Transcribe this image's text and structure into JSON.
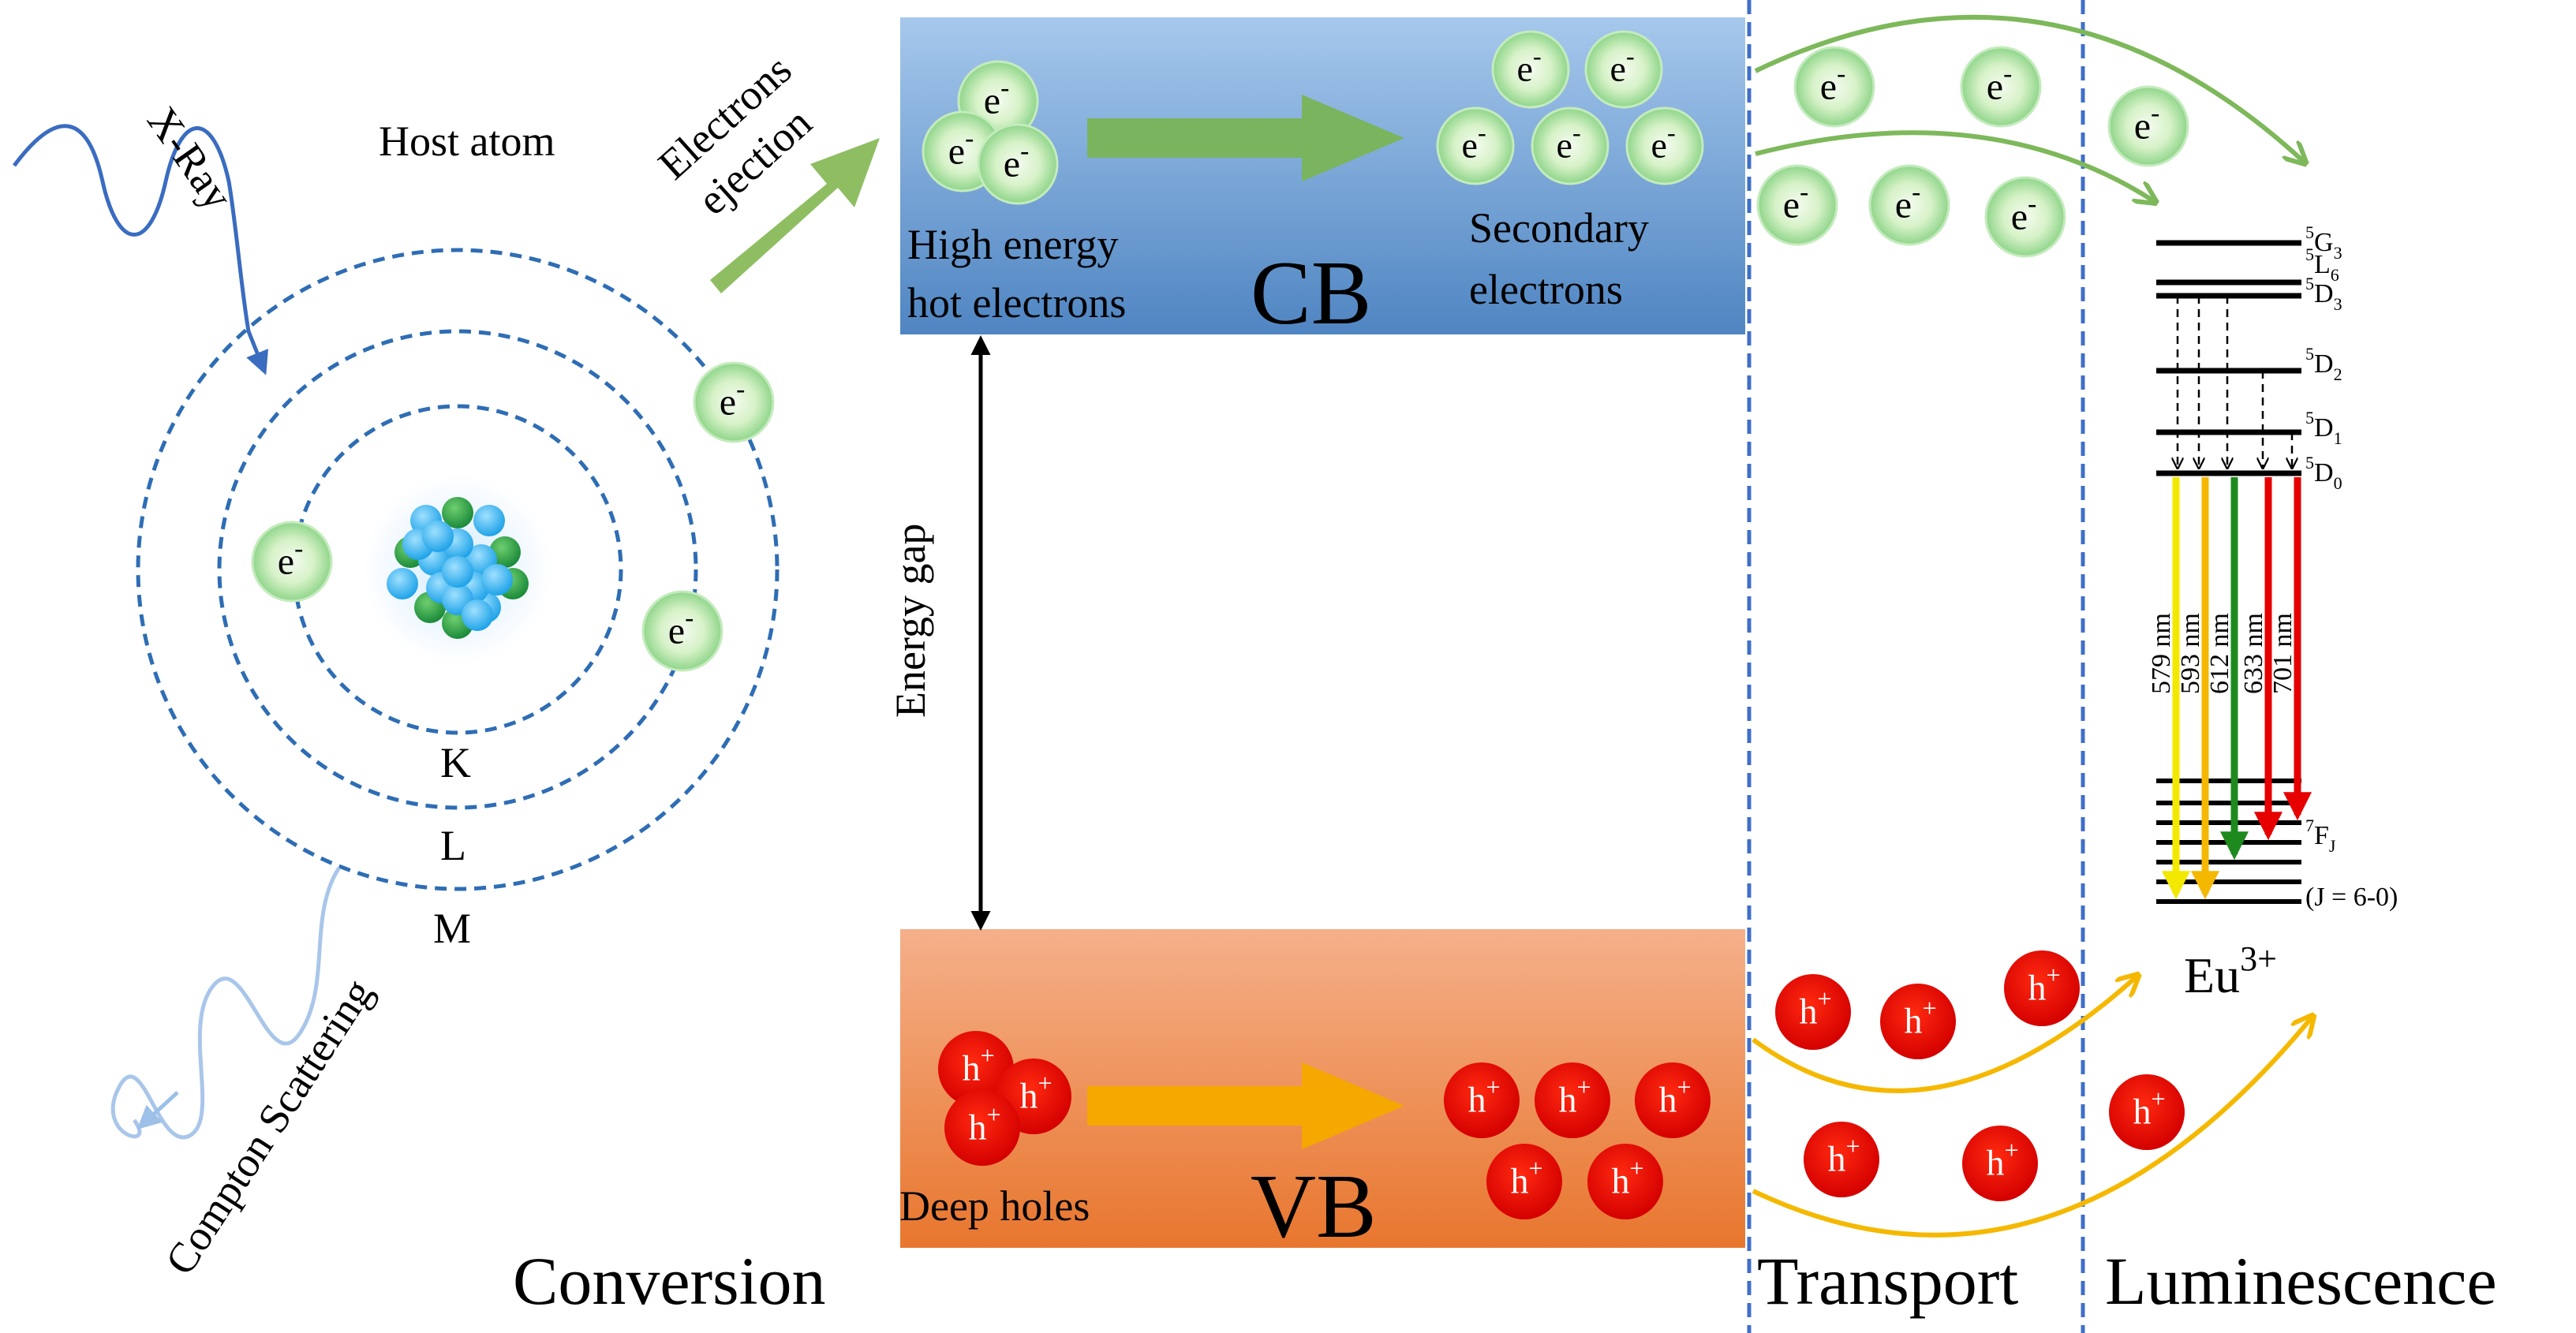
{
  "labels": {
    "xray": "X-Ray",
    "host_atom": "Host atom",
    "electrons_ejection_1": "Electrons",
    "electrons_ejection_2": "ejection",
    "shell_k": "K",
    "shell_l": "L",
    "shell_m": "M",
    "compton": "Compton Scattering",
    "high_energy_1": "High energy",
    "high_energy_2": "hot electrons",
    "cb": "CB",
    "secondary_1": "Secondary",
    "secondary_2": "electrons",
    "energy_gap": "Energy gap",
    "deep_holes": "Deep holes",
    "vb": "VB",
    "conversion": "Conversion",
    "transport": "Transport",
    "luminescence": "Luminescence",
    "eu": "Eu",
    "eu_sup": "3+"
  },
  "particles": {
    "electron": "e",
    "electron_sup": "-",
    "hole": "h",
    "hole_sup": "+"
  },
  "levels": {
    "g3": {
      "sup": "5",
      "main": "G",
      "sub": "3"
    },
    "l6": {
      "sup": "5",
      "main": "L",
      "sub": "6"
    },
    "d3": {
      "sup": "5",
      "main": "D",
      "sub": "3"
    },
    "d2": {
      "sup": "5",
      "main": "D",
      "sub": "2"
    },
    "d1": {
      "sup": "5",
      "main": "D",
      "sub": "1"
    },
    "d0": {
      "sup": "5",
      "main": "D",
      "sub": "0"
    },
    "fj": {
      "sup": "7",
      "main": "F",
      "sub": "J"
    },
    "j_range": "(J = 6-0)"
  },
  "emissions": [
    {
      "label": "579 nm",
      "color": "#f2e800"
    },
    {
      "label": "593 nm",
      "color": "#f5b800"
    },
    {
      "label": "612 nm",
      "color": "#1e8a1e"
    },
    {
      "label": "633 nm",
      "color": "#e60000"
    },
    {
      "label": "701 nm",
      "color": "#e60000"
    }
  ],
  "colors": {
    "orbit": "#2e6db4",
    "cb_top": "#a6c8ec",
    "cb_bottom": "#4f85c2",
    "vb_top": "#f5b08a",
    "vb_bottom": "#e8762e",
    "electron_arrow": "#7db85a",
    "hole_arrow": "#f5a800",
    "divider": "#3f6fc8",
    "hole": "#e60000"
  }
}
